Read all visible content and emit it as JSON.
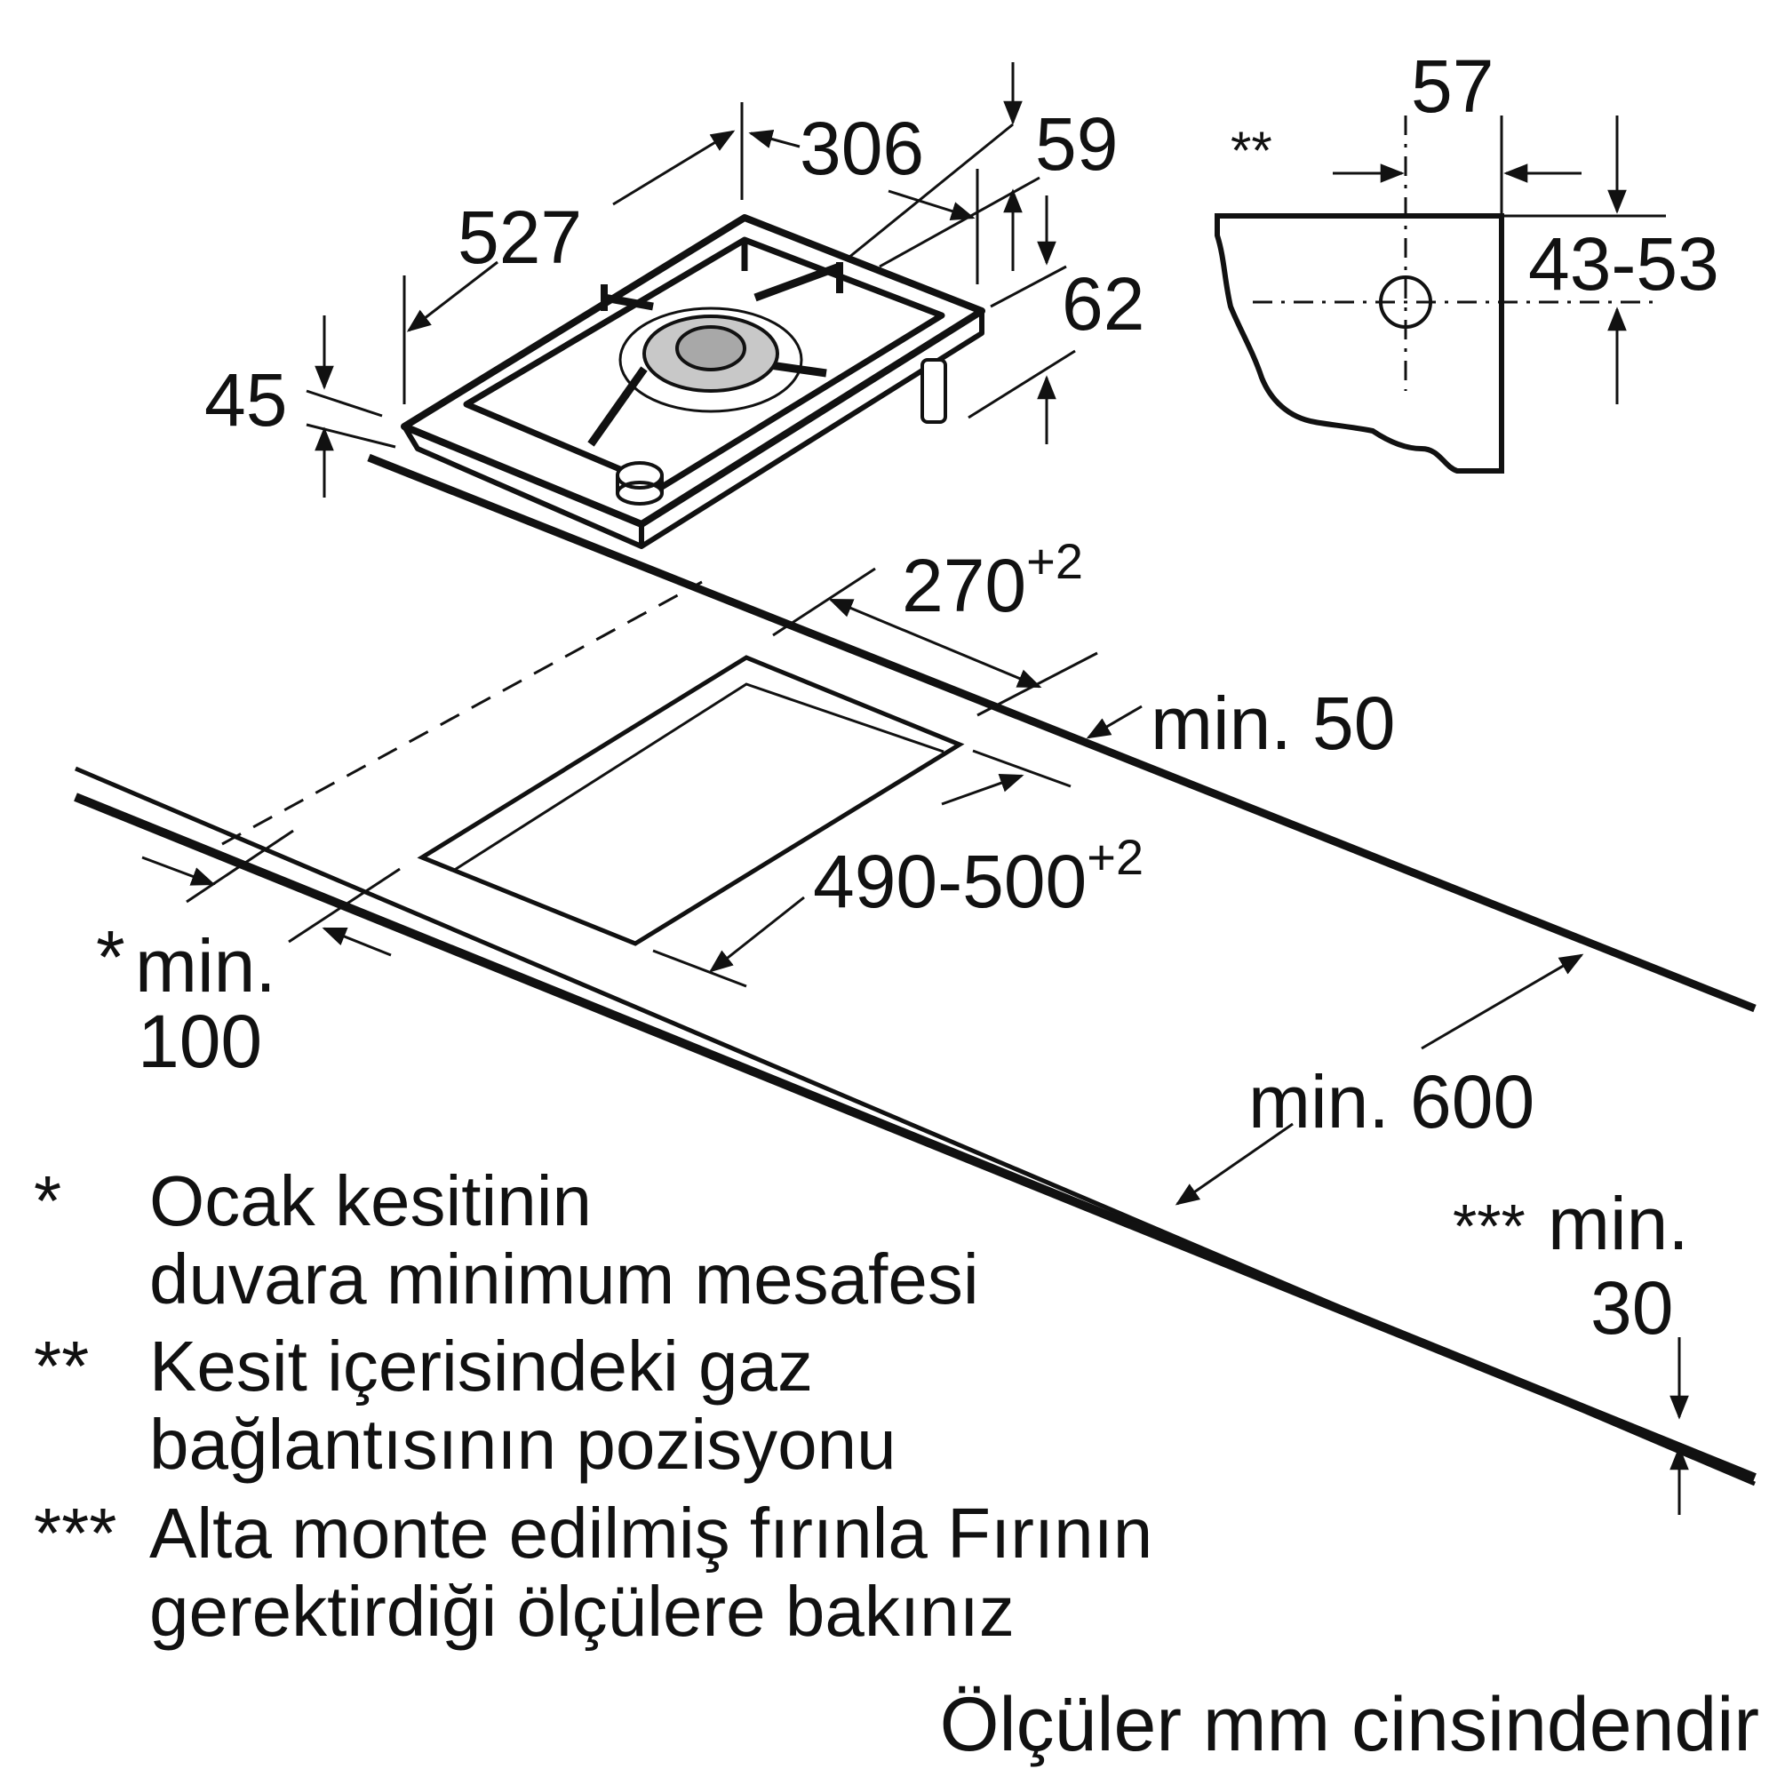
{
  "dimensions": {
    "width_306": "306",
    "depth_527": "527",
    "offset_59": "59",
    "height_62": "62",
    "height_45": "45",
    "gas_57": "57",
    "gas_43_53": "43-53",
    "gas_marker": "**",
    "cutout_width": "270",
    "cutout_width_tol": "+2",
    "cutout_depth": "490-500",
    "cutout_depth_tol": "+2",
    "back_min": "min. 50",
    "worktop_depth": "min. 600",
    "wall_marker": "*",
    "wall_min": "min.",
    "wall_value": "100",
    "oven_marker": "***",
    "oven_min": "min.",
    "oven_value": "30"
  },
  "notes": [
    {
      "marker": "*",
      "line1": "Ocak kesitinin",
      "line2": "duvara minimum mesafesi"
    },
    {
      "marker": "**",
      "line1": "Kesit içerisindeki gaz",
      "line2": "bağlantısının pozisyonu"
    },
    {
      "marker": "***",
      "line1": "Alta monte edilmiş fırınla Fırının",
      "line2": "gerektirdiği ölçülere bakınız"
    }
  ],
  "footer": "Ölçüler mm cinsindendir"
}
